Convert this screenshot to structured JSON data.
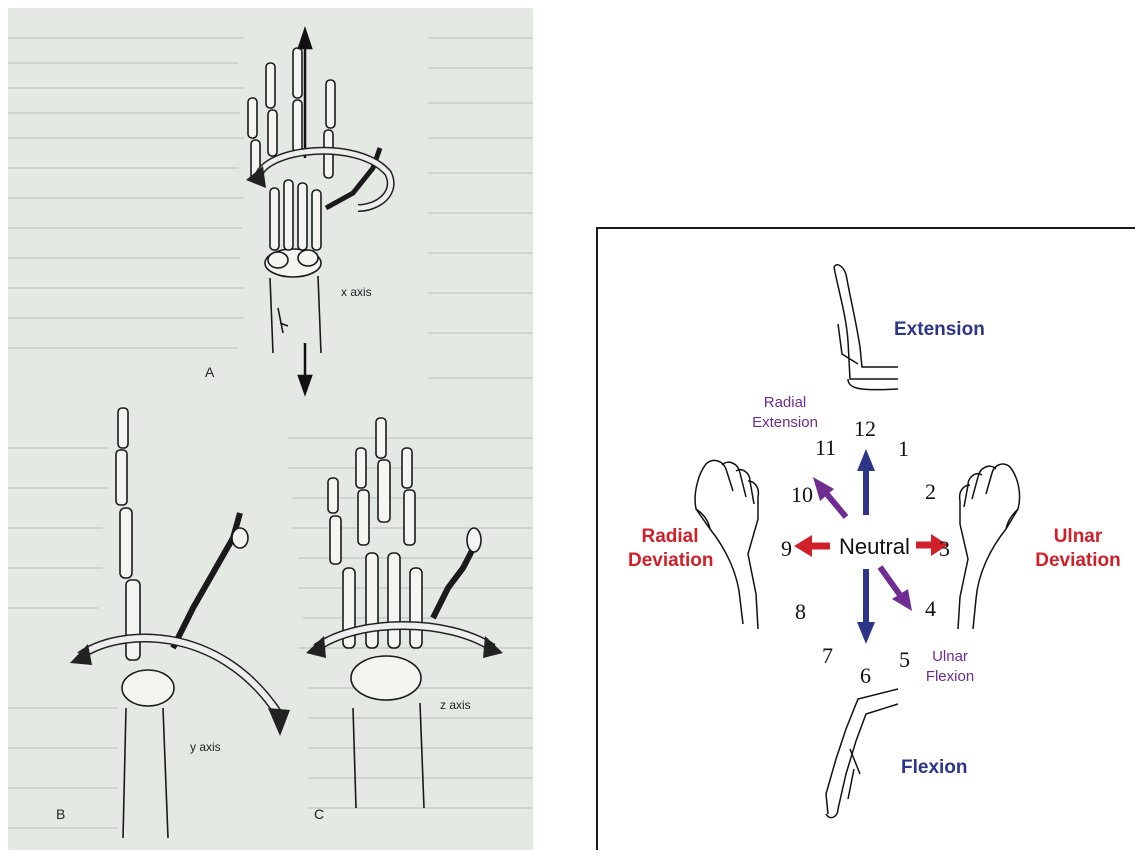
{
  "left_figure": {
    "panels": [
      {
        "letter": "A",
        "axis": "x axis"
      },
      {
        "letter": "B",
        "axis": "y axis"
      },
      {
        "letter": "C",
        "axis": "z axis"
      }
    ]
  },
  "right_figure": {
    "center": "Neutral",
    "clock_numbers": [
      "12",
      "1",
      "2",
      "3",
      "4",
      "5",
      "6",
      "7",
      "8",
      "9",
      "10",
      "11"
    ],
    "movements": {
      "extension": "Extension",
      "flexion": "Flexion",
      "radial_deviation": [
        "Radial",
        "Deviation"
      ],
      "ulnar_deviation": [
        "Ulnar",
        "Deviation"
      ],
      "radial_extension": [
        "Radial",
        "Extension"
      ],
      "ulnar_flexion": [
        "Ulnar",
        "Flexion"
      ]
    },
    "colors": {
      "extension_flexion": "#2e3588",
      "deviation": "#d0202a",
      "oblique": "#6f2d91"
    }
  }
}
